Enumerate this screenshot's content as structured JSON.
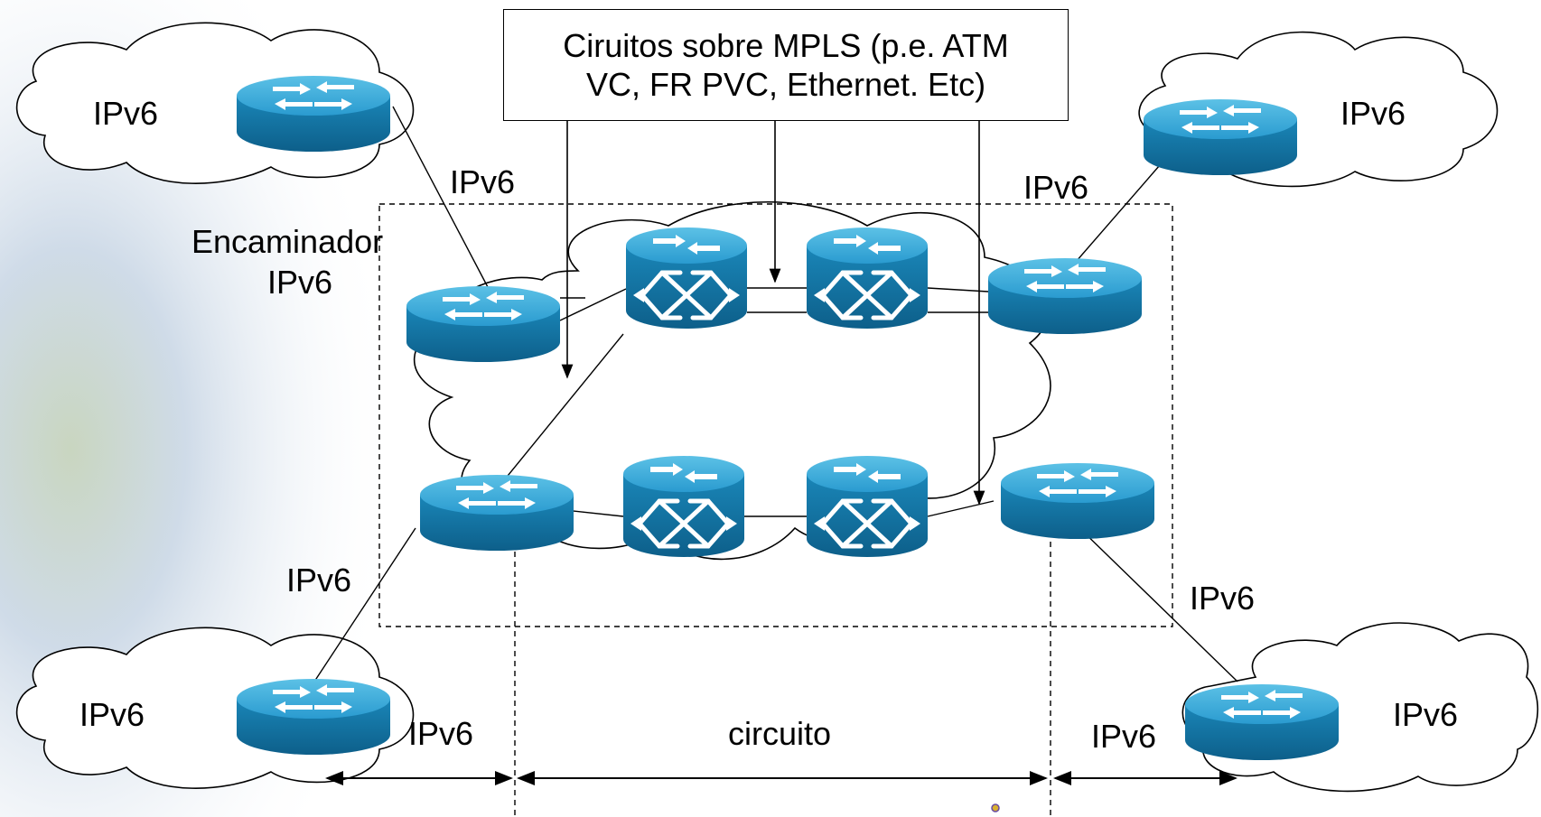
{
  "callout": {
    "line1": "Ciruitos sobre MPLS (p.e. ATM",
    "line2": "VC, FR PVC, Ethernet. Etc)"
  },
  "labels": {
    "cloud_top_left": "IPv6",
    "cloud_top_right": "IPv6",
    "cloud_bottom_left": "IPv6",
    "cloud_bottom_right": "IPv6",
    "link_top_left": "IPv6",
    "link_top_right": "IPv6",
    "link_bottom_left": "IPv6",
    "link_bottom_right": "IPv6",
    "router_caption_line1": "Encaminador",
    "router_caption_line2": "IPv6",
    "span_left": "IPv6",
    "span_middle": "circuito",
    "span_right": "IPv6"
  },
  "colors": {
    "device_fill": "#1b8cc0",
    "device_top": "#3aa9d6",
    "device_dark": "#0d5f8a",
    "background_globe": "#b9cbe0"
  },
  "icons": {
    "router": "router-icon",
    "switch": "atm-switch-icon"
  }
}
